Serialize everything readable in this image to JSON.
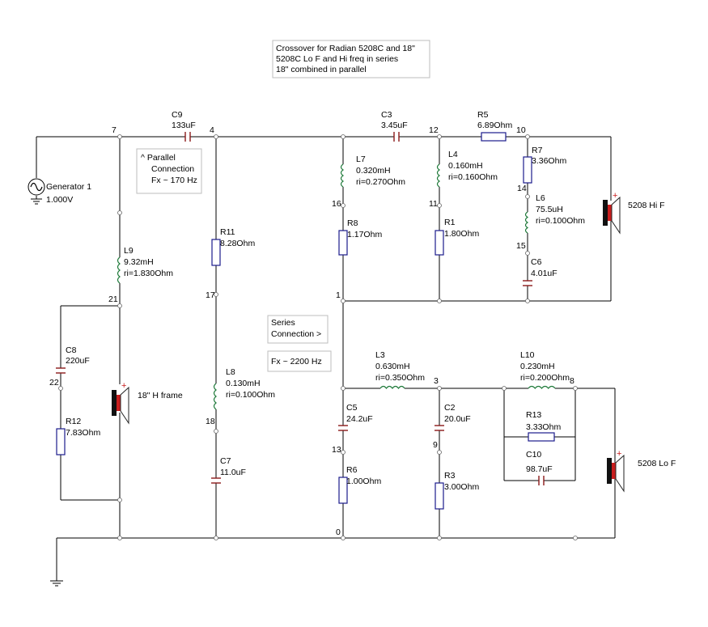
{
  "title_note": {
    "lines": [
      "Crossover for Radian 5208C and 18\"",
      "5208C Lo F and Hi freq in series",
      "18\" combined in parallel"
    ]
  },
  "notes": {
    "parallel": [
      "^  Parallel",
      "Connection",
      "Fx ~ 170 Hz"
    ],
    "series": [
      "Series",
      "Connection >"
    ],
    "series_fx": "Fx ~ 2200 Hz"
  },
  "generator": {
    "name": "Generator 1",
    "value": "1.000V"
  },
  "speakers": {
    "hi": "5208 Hi F",
    "lo": "5208 Lo F",
    "woofer": "18\" H frame"
  },
  "components": {
    "C9": {
      "name": "C9",
      "value": "133uF"
    },
    "C3": {
      "name": "C3",
      "value": "3.45uF"
    },
    "R5": {
      "name": "R5",
      "value": "6.89Ohm"
    },
    "R7": {
      "name": "R7",
      "value": "3.36Ohm"
    },
    "L6": {
      "name": "L6",
      "value": "75.5uH",
      "ri": "ri=0.100Ohm"
    },
    "C6": {
      "name": "C6",
      "value": "4.01uF"
    },
    "L7": {
      "name": "L7",
      "value": "0.320mH",
      "ri": "ri=0.270Ohm"
    },
    "R8": {
      "name": "R8",
      "value": "1.17Ohm"
    },
    "L4": {
      "name": "L4",
      "value": "0.160mH",
      "ri": "ri=0.160Ohm"
    },
    "R1": {
      "name": "R1",
      "value": "1.80Ohm"
    },
    "R11": {
      "name": "R11",
      "value": "8.28Ohm"
    },
    "L8": {
      "name": "L8",
      "value": "0.130mH",
      "ri": "ri=0.100Ohm"
    },
    "C7": {
      "name": "C7",
      "value": "11.0uF"
    },
    "L9": {
      "name": "L9",
      "value": "9.32mH",
      "ri": "ri=1.830Ohm"
    },
    "C8": {
      "name": "C8",
      "value": "220uF"
    },
    "R12": {
      "name": "R12",
      "value": "7.83Ohm"
    },
    "L3": {
      "name": "L3",
      "value": "0.630mH",
      "ri": "ri=0.350Ohm"
    },
    "L10": {
      "name": "L10",
      "value": "0.230mH",
      "ri": "ri=0.200Ohm"
    },
    "C5": {
      "name": "C5",
      "value": "24.2uF"
    },
    "R6": {
      "name": "R6",
      "value": "1.00Ohm"
    },
    "C2": {
      "name": "C2",
      "value": "20.0uF"
    },
    "R3": {
      "name": "R3",
      "value": "3.00Ohm"
    },
    "R13": {
      "name": "R13",
      "value": "3.33Ohm"
    },
    "C10": {
      "name": "C10",
      "value": "98.7uF"
    }
  },
  "nodes": {
    "n0": "0",
    "n1": "1",
    "n3": "3",
    "n4": "4",
    "n7": "7",
    "n8": "8",
    "n9": "9",
    "n10": "10",
    "n11": "11",
    "n12": "12",
    "n13": "13",
    "n14": "14",
    "n15": "15",
    "n16": "16",
    "n17": "17",
    "n18": "18",
    "n21": "21",
    "n22": "22"
  }
}
